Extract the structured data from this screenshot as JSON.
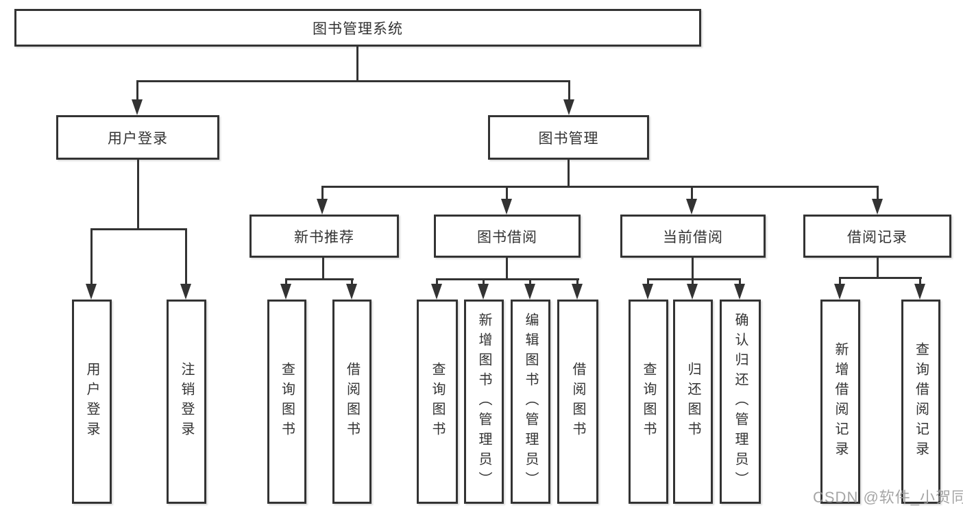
{
  "root": {
    "label": "图书管理系统"
  },
  "level2": {
    "user_login": "用户登录",
    "book_mgmt": "图书管理"
  },
  "level3": {
    "new_books": "新书推荐",
    "book_borrow": "图书借阅",
    "current_borrow": "当前借阅",
    "borrow_records": "借阅记录"
  },
  "leaves": {
    "user_login": "用户登录",
    "logout": "注销登录",
    "nb_query": "查询图书",
    "nb_borrow": "借阅图书",
    "bb_query": "查询图书",
    "bb_add": "新增图书（管理员）",
    "bb_edit": "编辑图书（管理员）",
    "bb_borrow": "借阅图书",
    "cb_query": "查询图书",
    "cb_return": "归还图书",
    "cb_confirm": "确认归还（管理员）",
    "br_add": "新增借阅记录",
    "br_query": "查询借阅记录"
  },
  "watermark": "CSDN @软件_小贺同学",
  "colors": {
    "line": "#333333",
    "text": "#333333",
    "watermark": "#9c9c9c",
    "background": "#ffffff"
  }
}
